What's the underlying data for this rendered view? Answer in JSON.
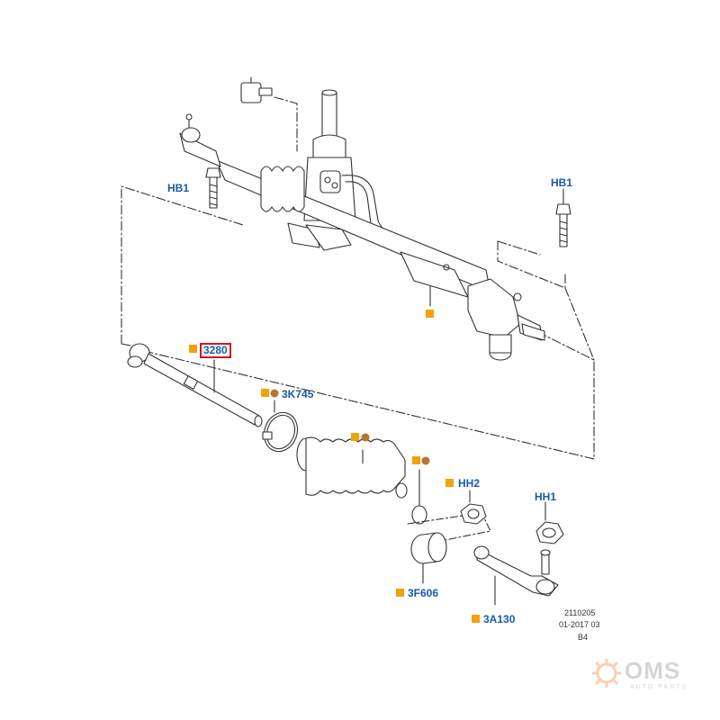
{
  "colors": {
    "callout_blue": "#1a5aa6",
    "marker_orange": "#f2a20c",
    "marker_brown": "#b8762a",
    "highlight_red": "#d01818",
    "line": "#333333"
  },
  "callouts": {
    "hb1_left": "HB1",
    "hb1_right": "HB1",
    "part_3280": "3280",
    "part_3k745": "3K745",
    "hh2": "HH2",
    "hh1": "HH1",
    "part_3f606": "3F606",
    "part_3a130": "3A130"
  },
  "footer": {
    "ref_number": "2110205",
    "date": "01-2017 03",
    "code": "B4"
  },
  "watermark": {
    "text": "OMS",
    "subtext": "AUTO PARTS"
  },
  "icons": [
    "bolt-icon",
    "nut-icon",
    "clamp-icon",
    "boot-icon",
    "tie-rod-icon",
    "tie-rod-end-icon",
    "steering-rack-icon",
    "gear-logo-icon"
  ]
}
